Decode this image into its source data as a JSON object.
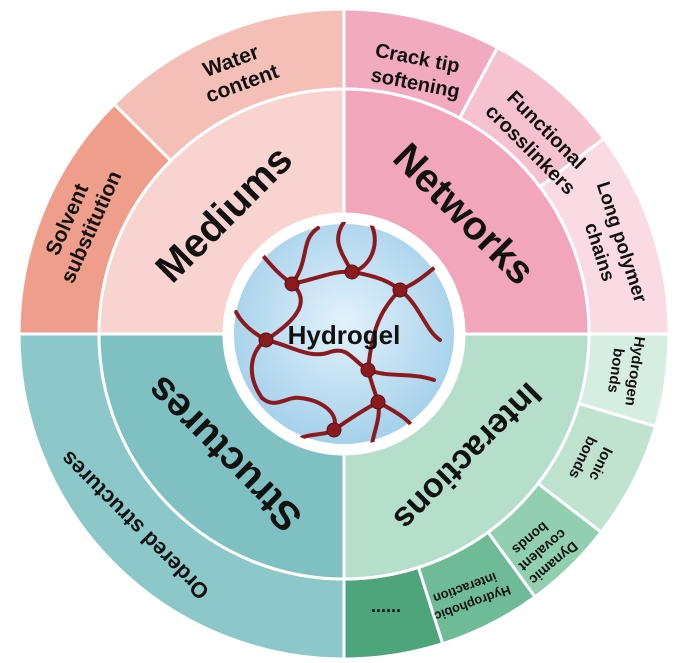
{
  "center": {
    "label": "Hydrogel"
  },
  "quadrants": [
    {
      "id": "mediums",
      "label": "Mediums",
      "color": "#f9d3cf"
    },
    {
      "id": "networks",
      "label": "Networks",
      "color": "#f2a6bb"
    },
    {
      "id": "interactions",
      "label": "Interactions",
      "color": "#b5dfcb"
    },
    {
      "id": "structures",
      "label": "Structures",
      "color": "#7fc0c2"
    }
  ],
  "outer": {
    "water_content": [
      "Water",
      "content"
    ],
    "solvent_substitution": [
      "Solvent",
      "substitution"
    ],
    "crack_tip_softening": [
      "Crack tip",
      "softening"
    ],
    "functional_crosslinkers": [
      "Functional",
      "crosslinkers"
    ],
    "long_polymer_chains": [
      "Long polymer",
      "chains"
    ],
    "hydrogen_bonds": [
      "Hydrogen",
      "bonds"
    ],
    "ionic_bonds": [
      "Ionic",
      "bonds"
    ],
    "dynamic_covalent_bonds": [
      "Dynamic",
      "covalent",
      "bonds"
    ],
    "hydrophobic_interaction": [
      "Hydrophobic",
      "interaction"
    ],
    "more": "......",
    "ordered_structures": "Ordered structures"
  },
  "colors": {
    "water_content": "#f4bfb6",
    "solvent_substitution": "#ef9e8c",
    "crack_tip_softening": "#f2aac0",
    "functional_crosslinkers": "#f6c2d0",
    "long_polymer_chains": "#fadbe3",
    "hydrogen_bonds": "#d6eee2",
    "ionic_bonds": "#bfe3cf",
    "dynamic_covalent_bonds": "#92cfb0",
    "hydrophobic_interaction": "#6fbb97",
    "more": "#4ea57c",
    "ordered_structures": "#8cc7c9",
    "polymer": "#8b1a1f",
    "center_fill": "#cde6f4"
  }
}
